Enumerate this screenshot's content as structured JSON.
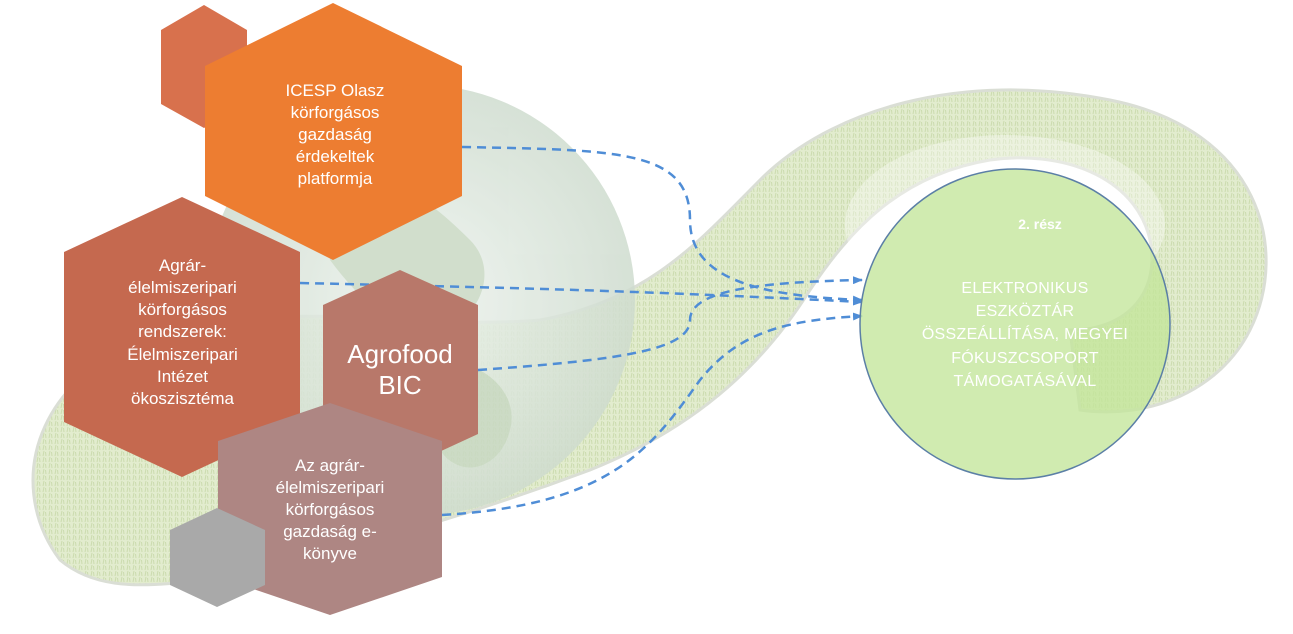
{
  "hexagons": {
    "icesp": {
      "label": "ICESP Olasz\nkörforgásos\ngazdaság\nérdekeltek\nplatformja",
      "color": "#ED7D31"
    },
    "agrar_rendszerek": {
      "label": "Agrár-\nélelmiszeripari\nkörforgásos\nrendszerek:\nÉlelmiszeripari\nIntézet\nökoszisztéma",
      "color": "#C5694F"
    },
    "agrofood": {
      "label": "Agrofood\nBIC",
      "color": "#B8786A"
    },
    "ekonyv": {
      "label": "Az agrár-\nélelmiszeripari\nkörforgásos\ngazdaság e-\nkönyve",
      "color": "#AE8683"
    },
    "decor_orange": {
      "color": "#D8714D"
    },
    "decor_gray": {
      "color": "#A9A9A9"
    }
  },
  "target": {
    "title": "2. rész",
    "body": "ELEKTRONIKUS\nESZKÖZTÁR\nÖSSZEÁLLÍTÁSA, MEGYEI\nFÓKUSZCSOPORT\nTÁMOGATÁSÁVAL",
    "fill": "#C3E59A",
    "stroke": "#5B7FA6"
  },
  "arrows": {
    "color": "#4F8DD6",
    "style": "dashed"
  }
}
